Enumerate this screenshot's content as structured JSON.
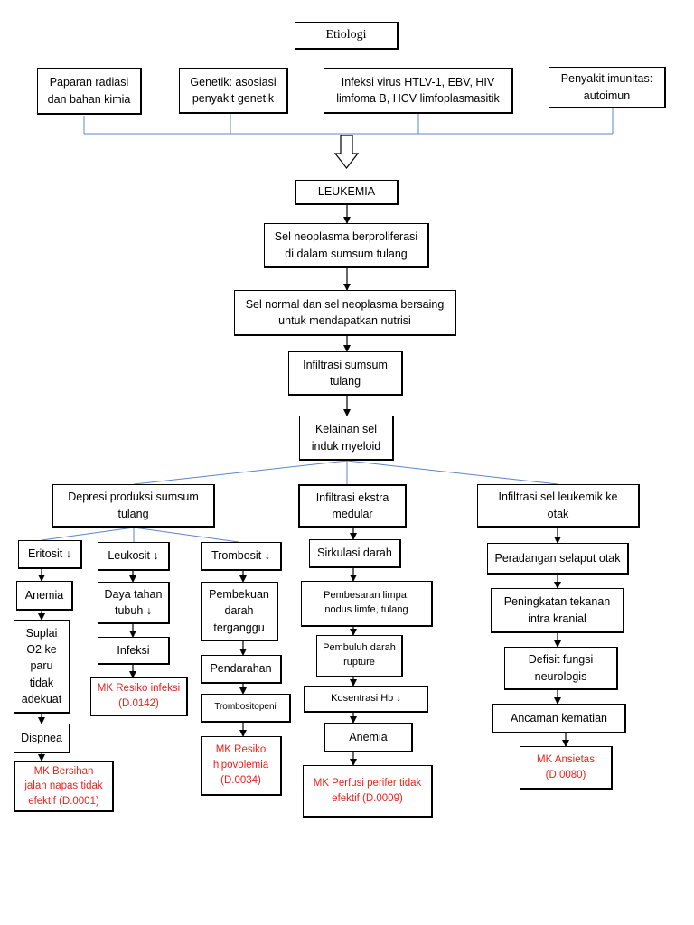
{
  "diagram": {
    "etiologi": "Etiologi",
    "causes": {
      "radiasi": "Paparan radiasi\ndan bahan kimia",
      "genetik": "Genetik: asosiasi\npenyakit genetik",
      "infeksi_virus": "Infeksi virus HTLV-1, EBV, HIV\nlimfoma B, HCV limfoplasmasitik",
      "imunitas": "Penyakit imunitas:\nautoimun"
    },
    "main_chain": {
      "leukemia": "LEUKEMIA",
      "neoplasma": "Sel neoplasma berproliferasi\ndi dalam sumsum tulang",
      "bersaing": "Sel normal dan sel neoplasma bersaing\nuntuk mendapatkan nutrisi",
      "infiltrasi_sumsum": "Infiltrasi sumsum\ntulang",
      "kelainan": "Kelainan sel\ninduk myeloid"
    },
    "branches": {
      "depresi": "Depresi produksi sumsum\ntulang",
      "ekstra_medular": "Infiltrasi ekstra\nmedular",
      "otak": "Infiltrasi sel leukemik ke\notak"
    },
    "eritosit_path": {
      "eritosit": "Eritosit ↓",
      "anemia": "Anemia",
      "suplai": "Suplai\nO2 ke\nparu\ntidak\nadekuat",
      "dispnea": "Dispnea",
      "mk": "MK Bersihan\njalan napas tidak\nefektif (D.0001)"
    },
    "leukosit_path": {
      "leukosit": "Leukosit ↓",
      "daya_tahan": "Daya tahan\ntubuh  ↓",
      "infeksi": "Infeksi",
      "mk": "MK Resiko infeksi\n(D.0142)"
    },
    "trombosit_path": {
      "trombosit": "Trombosit ↓",
      "pembekuan": "Pembekuan\ndarah\nterganggu",
      "pendarahan": "Pendarahan",
      "trombositopeni": "Trombositopeni",
      "mk": "MK Resiko\nhipovolemia\n(D.0034)"
    },
    "ekstra_path": {
      "sirkulasi": "Sirkulasi darah",
      "pembesaran": "Pembesaran limpa,\nnodus limfe, tulang",
      "pembuluh": "Pembuluh darah\nrupture",
      "kosentrasi": "Kosentrasi Hb ↓",
      "anemia": "Anemia",
      "mk": "MK Perfusi perifer tidak\nefektif (D.0009)"
    },
    "otak_path": {
      "peradangan": "Peradangan selaput otak",
      "tekanan": "Peningkatan tekanan\nintra kranial",
      "defisit": "Defisit fungsi\nneurologis",
      "ancaman": "Ancaman kematian",
      "mk": "MK Ansietas\n(D.0080)"
    },
    "colors": {
      "mk_text": "#e8231d",
      "connector_blue": "#5b86c8",
      "box_border": "#000000"
    }
  }
}
